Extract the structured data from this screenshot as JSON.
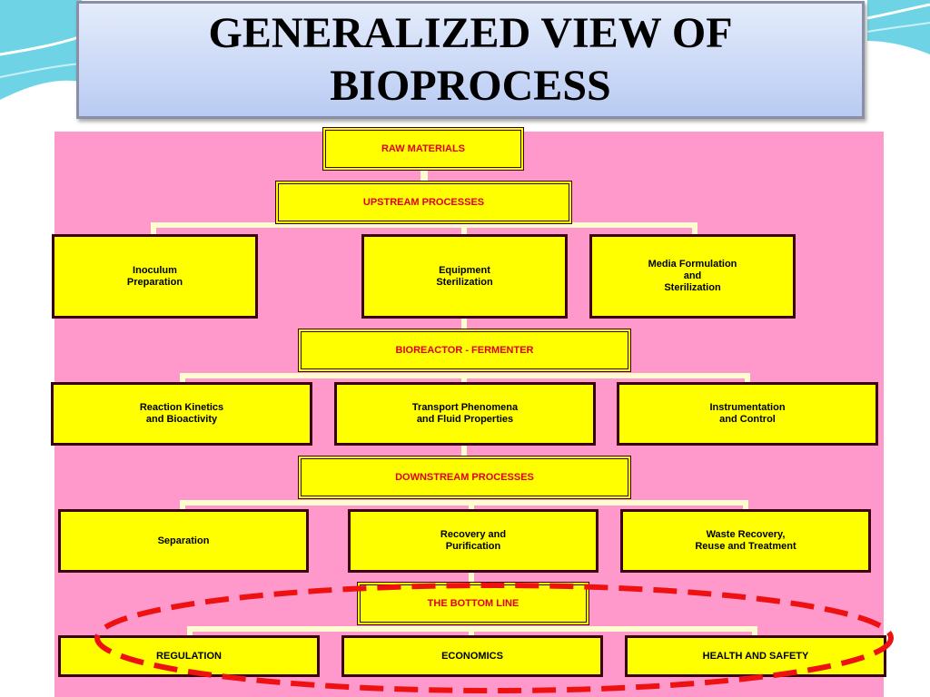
{
  "title": "GENERALIZED VIEW OF BIOPROCESS",
  "colors": {
    "panel": "#ff99cc",
    "box_fill": "#ffff00",
    "box_border": "#3a0010",
    "stage_text": "#e0001a",
    "highlight_ellipse": "#ee1111"
  },
  "stages": {
    "raw_materials": "RAW MATERIALS",
    "upstream": "UPSTREAM PROCESSES",
    "bioreactor": "BIOREACTOR - FERMENTER",
    "downstream": "DOWNSTREAM PROCESSES",
    "bottom_line": "THE BOTTOM LINE"
  },
  "upstream_items": {
    "inoculum": "Inoculum\nPreparation",
    "equipment": "Equipment\nSterilization",
    "media": "Media Formulation\nand\nSterilization"
  },
  "bioreactor_items": {
    "kinetics": "Reaction Kinetics\nand Bioactivity",
    "transport": "Transport Phenomena\nand Fluid Properties",
    "instrumentation": "Instrumentation\nand Control"
  },
  "downstream_items": {
    "separation": "Separation",
    "recovery": "Recovery and\nPurification",
    "waste": "Waste Recovery,\nReuse and Treatment"
  },
  "bottom_items": {
    "regulation": "REGULATION",
    "economics": "ECONOMICS",
    "health": "HEALTH AND SAFETY"
  }
}
